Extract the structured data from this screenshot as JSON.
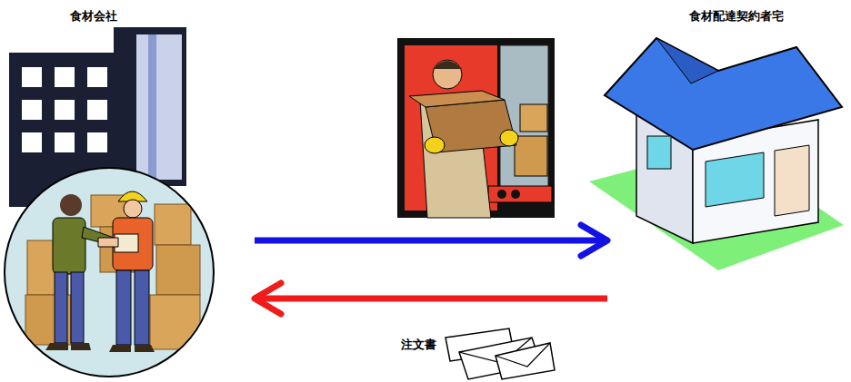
{
  "diagram": {
    "nodes": [
      {
        "text": [
          "食材会社"
        ]
      },
      {
        "text": [
          "食材配達契約者宅"
        ]
      }
    ],
    "edges": [
      {
        "from": 0,
        "to": 1,
        "arrow": "to"
      },
      {
        "from": 1,
        "to": 0,
        "label": "注文書",
        "arrow": "to"
      }
    ]
  }
}
